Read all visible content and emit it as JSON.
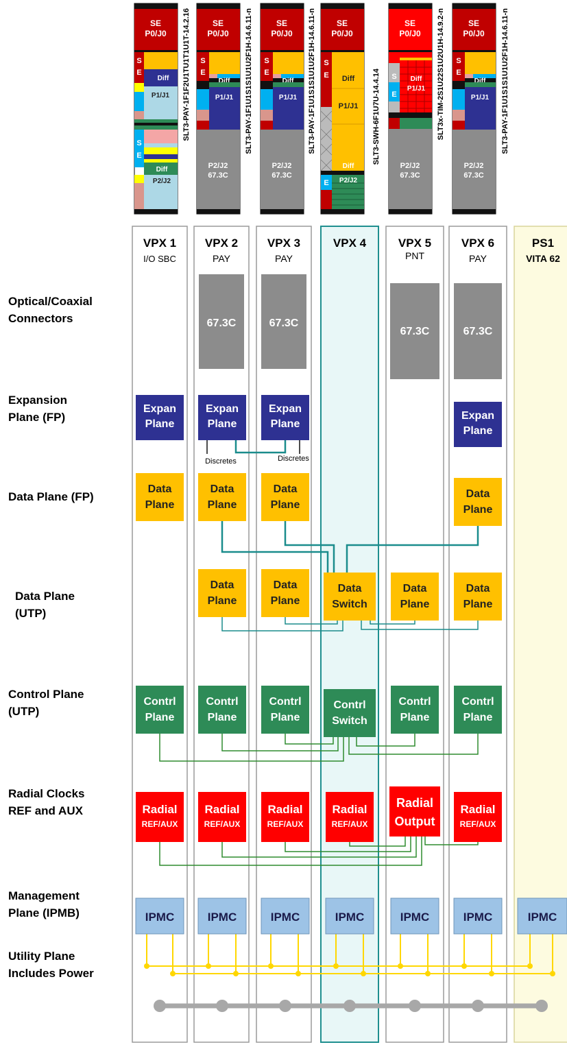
{
  "slot_profiles": [
    {
      "label": "SLT3-PAY-1F1F2U1TU1T1U1T-14.2.16",
      "p0": "SE",
      "p0b": "P0/J0",
      "diff1": "Diff",
      "p1": "P1/J1",
      "diff2": "Diff",
      "p2": "P2/J2",
      "se_s": "S",
      "se_e": "E"
    },
    {
      "label": "SLT3-PAY-1F1U1S1S1U1U2F1H-14.6.11-n",
      "p0": "SE",
      "p0b": "P0/J0",
      "diff1": "Diff",
      "p1": "P1/J1",
      "p2": "P2/J2",
      "p2b": "67.3C",
      "se_s": "S",
      "se_e": "E"
    },
    {
      "label": "SLT3-PAY-1F1U1S1S1U1U2F1H-14.6.11-n",
      "p0": "SE",
      "p0b": "P0/J0",
      "diff1": "Diff",
      "p1": "P1/J1",
      "p2": "P2/J2",
      "p2b": "67.3C",
      "se_s": "S",
      "se_e": "E"
    },
    {
      "label": "SLT3-SWH-6F1U7U-14.4.14",
      "p0": "SE",
      "p0b": "P0/J0",
      "diff1": "Diff",
      "p1": "P1/J1",
      "diff2": "Diff",
      "p2": "P2/J2",
      "se_s": "S",
      "se_e": "E"
    },
    {
      "label": "SLT3x-TIM-2S1U22S1U2U1H-14.9.2-n",
      "p0": "SE",
      "p0b": "P0/J0",
      "diff1": "Diff",
      "p1": "P1/J1",
      "p2": "P2/J2",
      "p2b": "67.3C",
      "se_s": "S",
      "se_e": "E"
    },
    {
      "label": "SLT3-PAY-1F1U1S1S1U1U2F1H-14.6.11-n",
      "p0": "SE",
      "p0b": "P0/J0",
      "diff1": "Diff",
      "p1": "P1/J1",
      "p2": "P2/J2",
      "p2b": "67.3C",
      "se_s": "S",
      "se_e": "E"
    }
  ],
  "slots": [
    {
      "name": "VPX 1",
      "sub": "I/O SBC"
    },
    {
      "name": "VPX 2",
      "sub": "PAY"
    },
    {
      "name": "VPX 3",
      "sub": "PAY"
    },
    {
      "name": "VPX 4",
      "sub": ""
    },
    {
      "name": "VPX 5",
      "sub": "PNT"
    },
    {
      "name": "VPX 6",
      "sub": "PAY"
    },
    {
      "name": "PS1",
      "sub": "VITA 62"
    }
  ],
  "row_labels": {
    "optical": [
      "Optical/Coaxial",
      "Connectors"
    ],
    "expansion": [
      "Expansion",
      "Plane (FP)"
    ],
    "data_fp": [
      "Data Plane (FP)"
    ],
    "data_utp": [
      "Data Plane",
      "(UTP)"
    ],
    "control": [
      "Control Plane",
      "(UTP)"
    ],
    "radial": [
      "Radial Clocks",
      "REF and AUX"
    ],
    "management": [
      "Management",
      "Plane (IPMB)"
    ],
    "utility": [
      "Utility Plane",
      "Includes Power"
    ]
  },
  "connector_label": "67.3C",
  "expan": [
    "Expan",
    "Plane"
  ],
  "discretes": "Discretes",
  "data_plane": [
    "Data",
    "Plane"
  ],
  "data_switch": [
    "Data",
    "Switch"
  ],
  "contrl_plane": [
    "Contrl",
    "Plane"
  ],
  "contrl_switch": [
    "Contrl",
    "Switch"
  ],
  "radial": "Radial",
  "radial_ref": "REF/AUX",
  "radial_output": "Output",
  "ipmc": "IPMC",
  "colors": {
    "slot_border": "#9a9a9a",
    "highlight_fill": "#e8f7f7",
    "highlight_border": "#1f8f8f",
    "ps_fill": "#fdfbe0",
    "connector": "#8c8c8c",
    "expansion": "#2e3192",
    "data": "#ffc000",
    "control": "#2e8b57",
    "radial": "#ff0000",
    "ipmc": "#9dc3e6",
    "teal_link": "#1a8c8c",
    "green_link": "#2e8b2e",
    "yellow_bus": "#ffd700",
    "gray_bus": "#a8a8a8",
    "se_red": "#d40000"
  }
}
